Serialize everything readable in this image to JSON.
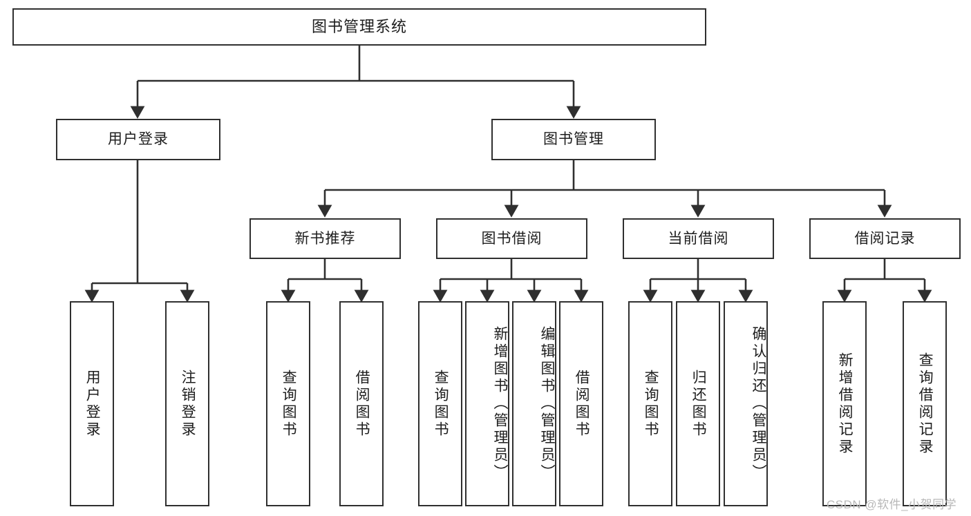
{
  "diagram": {
    "type": "tree",
    "title": "图书管理系统",
    "colors": {
      "background": "#ffffff",
      "stroke": "#2f2f2f",
      "text": "#1d1d1d",
      "watermark": "#b8b8b8"
    },
    "root": {
      "label": "图书管理系统"
    },
    "level2": [
      {
        "label": "用户登录"
      },
      {
        "label": "图书管理"
      }
    ],
    "level3": [
      {
        "label": "新书推荐"
      },
      {
        "label": "图书借阅"
      },
      {
        "label": "当前借阅"
      },
      {
        "label": "借阅记录"
      }
    ],
    "leaves": {
      "user_login": [
        {
          "label": "用户登录"
        },
        {
          "label": "注销登录"
        }
      ],
      "new_book_recommend": [
        {
          "label": "查询图书"
        },
        {
          "label": "借阅图书"
        }
      ],
      "book_borrow": [
        {
          "label": "查询图书"
        },
        {
          "label": "新增图书（管理员）"
        },
        {
          "label": "编辑图书（管理员）"
        },
        {
          "label": "借阅图书"
        }
      ],
      "current_borrow": [
        {
          "label": "查询图书"
        },
        {
          "label": "归还图书"
        },
        {
          "label": "确认归还（管理员）"
        }
      ],
      "borrow_record": [
        {
          "label": "新增借阅记录"
        },
        {
          "label": "查询借阅记录"
        }
      ]
    },
    "watermark": "CSDN @软件_小贺同学"
  }
}
